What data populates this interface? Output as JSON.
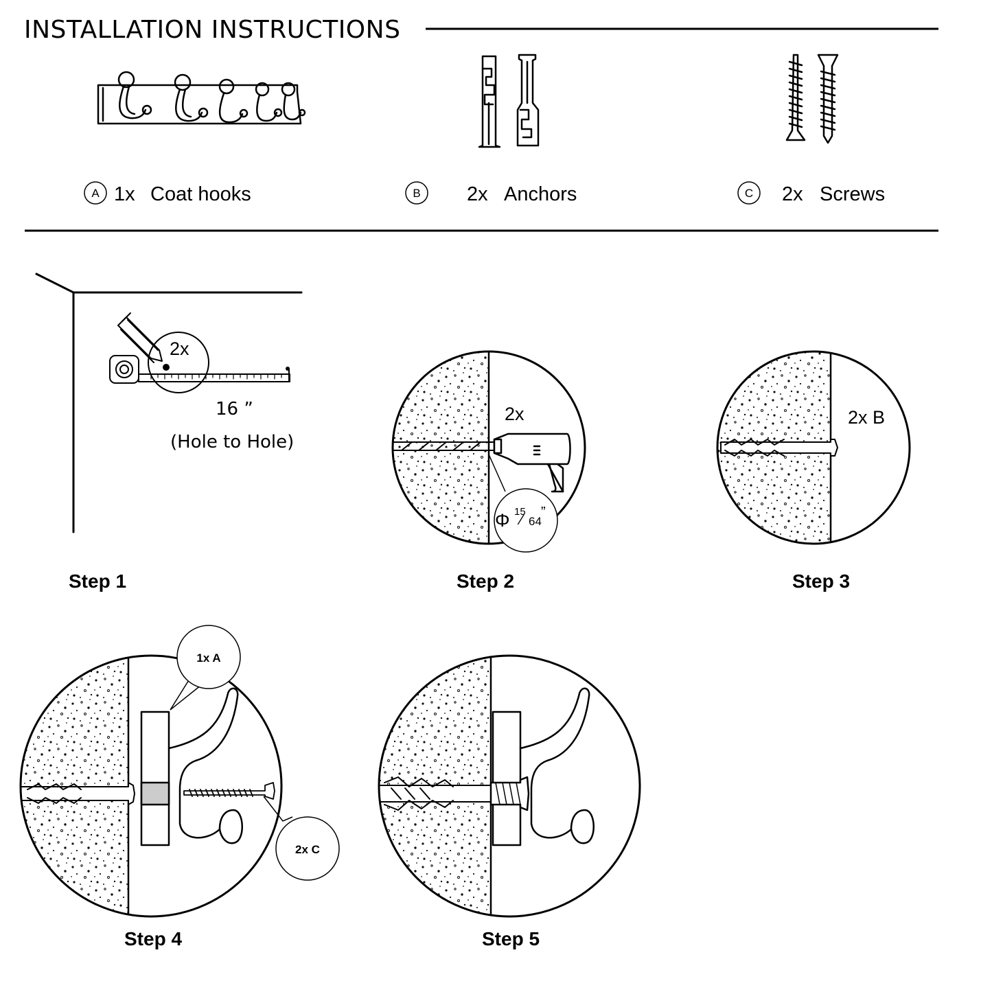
{
  "header": {
    "title": "INSTALLATION INSTRUCTIONS"
  },
  "parts": [
    {
      "letter": "A",
      "qty": "1x",
      "name": "Coat hooks",
      "icon": "coat-hook-rail-icon"
    },
    {
      "letter": "B",
      "qty": "2x",
      "name": "Anchors",
      "icon": "wall-anchor-icon"
    },
    {
      "letter": "C",
      "qty": "2x",
      "name": "Screws",
      "icon": "screw-icon"
    }
  ],
  "steps": {
    "step1": {
      "label": "Step 1",
      "mark_qty": "2x",
      "distance": "16 ”",
      "distance_note": "(Hole to Hole)"
    },
    "step2": {
      "label": "Step 2",
      "qty": "2x",
      "drill_symbol": "Φ",
      "drill_num": "15",
      "drill_den": "64",
      "drill_unit": "”"
    },
    "step3": {
      "label": "Step 3",
      "qty": "2x B"
    },
    "step4": {
      "label": "Step 4",
      "callout_hook": "1x A",
      "callout_screw": "2x C"
    },
    "step5": {
      "label": "Step 5"
    }
  }
}
